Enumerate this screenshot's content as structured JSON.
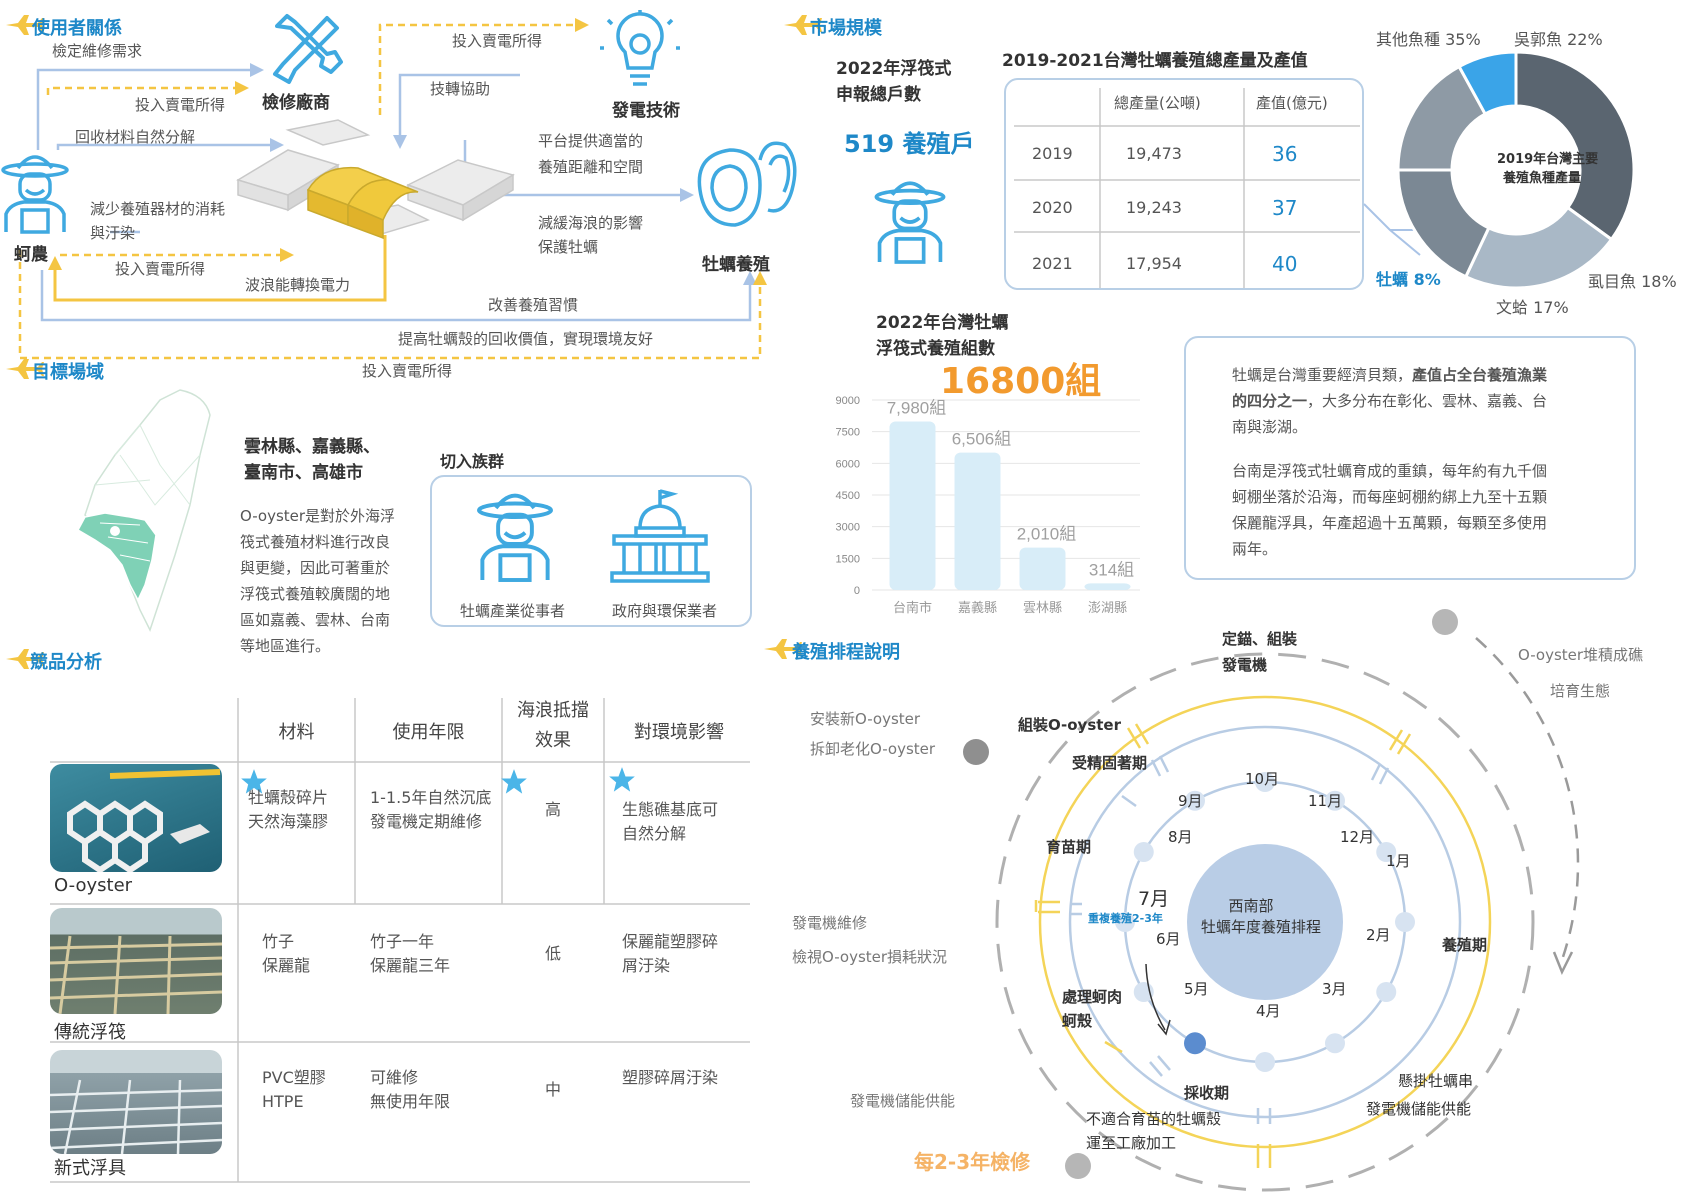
{
  "sections": {
    "stakeholders": "使用者關係",
    "target": "目標場域",
    "competitors": "競品分析",
    "market": "市場規模",
    "schedule": "養殖排程說明"
  },
  "stakeholders": {
    "nodes": {
      "repair": "檢修廠商",
      "tech": "發電技術",
      "farmer": "蚵農",
      "oyster": "牡蠣養殖"
    },
    "labels": {
      "check_needs": "檢定維修需求",
      "sell_income_1": "投入賣電所得",
      "sell_income_2": "投入賣電所得",
      "sell_income_3": "投入賣電所得",
      "sell_income_4": "投入賣電所得",
      "tech_transfer": "技轉協助",
      "recycle": "回收材料自然分解",
      "reduce_1": "減少養殖器材的消耗",
      "reduce_2": "與汙染",
      "wave_power": "波浪能轉換電力",
      "platform_1": "平台提供適當的",
      "platform_2": "養殖距離和空間",
      "slow_waves_1": "減緩海浪的影響",
      "slow_waves_2": "保護牡蠣",
      "improve_habit": "改善養殖習慣",
      "recycle_value": "提高牡蠣殼的回收價值，實現環境友好"
    }
  },
  "target": {
    "counties_1": "雲林縣、嘉義縣、",
    "counties_2": "臺南市、高雄市",
    "desc": [
      "O-oyster是對於外海浮",
      "筏式養殖材料進行改良",
      "與更變，因此可著重於",
      "浮筏式養殖較廣闊的地",
      "區如嘉義、雲林、台南",
      "等地區進行。"
    ],
    "entry_group": "切入族群",
    "group_1": "牡蠣產業從事者",
    "group_2": "政府與環保業者"
  },
  "competitors": {
    "headers": [
      "材料",
      "使用年限",
      "海浪抵擋",
      "效果",
      "對環境影響"
    ],
    "rows": [
      {
        "name": "O-oyster",
        "material": [
          "牡蠣殼碎片",
          "天然海藻膠"
        ],
        "life": [
          "1-1.5年自然沉底",
          "發電機定期維修"
        ],
        "wave": "高",
        "env": [
          "生態礁基底可",
          "自然分解"
        ]
      },
      {
        "name": "傳統浮筏",
        "material": [
          "竹子",
          "保麗龍"
        ],
        "life": [
          "竹子一年",
          "保麗龍三年"
        ],
        "wave": "低",
        "env": [
          "保麗龍塑膠碎",
          "屑汙染"
        ]
      },
      {
        "name": "新式浮具",
        "material": [
          "PVC塑膠",
          "HTPE"
        ],
        "life": [
          "可維修",
          "無使用年限"
        ],
        "wave": "中",
        "env": [
          "塑膠碎屑汙染"
        ]
      }
    ]
  },
  "market": {
    "households_title_1": "2022年浮筏式",
    "households_title_2": "申報總戶數",
    "households_value": "519 養殖戶",
    "table_title": "2019-2021台灣牡蠣養殖總產量及產值",
    "table_headers": [
      "總產量(公噸)",
      "產值(億元)"
    ],
    "table_rows": [
      {
        "year": "2019",
        "amount": "19,473",
        "value": "36"
      },
      {
        "year": "2020",
        "amount": "19,243",
        "value": "37"
      },
      {
        "year": "2021",
        "amount": "17,954",
        "value": "40"
      }
    ],
    "rafts_title_1": "2022年台灣牡蠣",
    "rafts_title_2": "浮筏式養殖組數",
    "rafts_value": "16800組",
    "note_1": [
      "牡蠣是台灣重要經濟貝類，",
      "產值占全台養殖漁業",
      "的四分之一",
      "，大多分布在彰化、雲林、嘉義、台",
      "南與澎湖。"
    ],
    "note_2": [
      "台南是浮筏式牡蠣育成的重鎮，每年約有九千個",
      "蚵棚坐落於沿海，而每座蚵棚約綁上九至十五顆",
      "保麗龍浮具，年產超過十五萬顆，每顆至多使用",
      "兩年。"
    ]
  },
  "chart_data": [
    {
      "type": "bar",
      "title": "",
      "categories": [
        "台南市",
        "嘉義縣",
        "雲林縣",
        "澎湖縣"
      ],
      "values": [
        7980,
        6506,
        2010,
        314
      ],
      "data_labels": [
        "7,980組",
        "6,506組",
        "2,010組",
        "314組"
      ],
      "yticks": [
        "9000",
        "7500",
        "6000",
        "4500",
        "3000",
        "1500",
        "0"
      ],
      "ylim": [
        0,
        9000
      ],
      "grid": true,
      "bar_color": "#d8edf8"
    },
    {
      "type": "pie",
      "title": "2019年台灣主要養殖魚種產量",
      "slices": [
        {
          "label": "其他魚種 35%",
          "value": 35,
          "color": "#5a6570"
        },
        {
          "label": "吳郭魚 22%",
          "value": 22,
          "color": "#a9b8c6"
        },
        {
          "label": "虱目魚 18%",
          "value": 18,
          "color": "#7b8894"
        },
        {
          "label": "文蛤 17%",
          "value": 17,
          "color": "#8e9aa5"
        },
        {
          "label": "牡蠣 8%",
          "value": 8,
          "color": "#3aa4e8"
        }
      ]
    }
  ],
  "schedule": {
    "center_1": "西南部",
    "center_2": "牡蠣年度養殖排程",
    "months": [
      "1月",
      "2月",
      "3月",
      "4月",
      "5月",
      "6月",
      "7月",
      "8月",
      "9月",
      "10月",
      "11月",
      "12月"
    ],
    "repeat_note": "重複養殖2-3年",
    "stages": {
      "anchor_1": "定錨、組裝",
      "anchor_2": "發電機",
      "assemble": "組裝O-oyster",
      "settle": "受精固著期",
      "nursery": "育苗期",
      "culture": "養殖期",
      "process_1": "處理蚵肉",
      "process_2": "蚵殼",
      "harvest": "採收期",
      "unfit_1": "不適合育苗的牡蠣殼",
      "unfit_2": "運至工廠加工",
      "hang_1": "懸掛牡蠣串",
      "hang_2": "發電機儲能供能"
    },
    "outer": {
      "reef_1": "O-oyster堆積成礁",
      "reef_2": "培育生態",
      "install_1": "安裝新O-oyster",
      "install_2": "拆卸老化O-oyster",
      "maint_1": "發電機維修",
      "maint_2": "檢視O-oyster損耗狀況",
      "storage": "發電機儲能供能",
      "inspect": "每2-3年檢修"
    }
  }
}
